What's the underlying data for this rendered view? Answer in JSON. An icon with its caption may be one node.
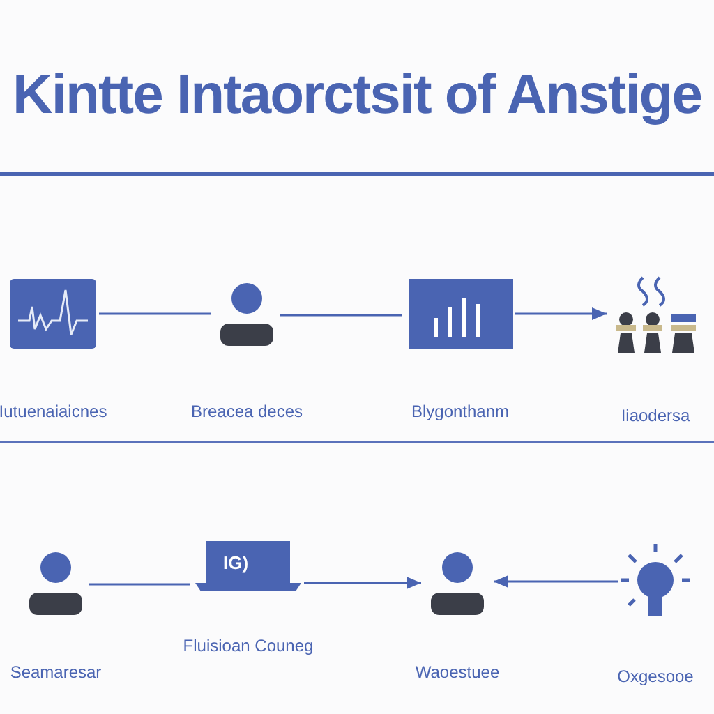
{
  "diagram": {
    "title": "Kintte Intaorctsit of Anstige",
    "nodes": [
      {
        "text": [
          "Iutuenaiaicnes"
        ]
      },
      {
        "text": [
          "Breacea deces"
        ]
      },
      {
        "text": [
          "Blygonthanm"
        ]
      },
      {
        "text": [
          "Iiaodersa"
        ]
      },
      {
        "text": [
          "Seamaresar"
        ]
      },
      {
        "text": [
          "IG)",
          "Fluisioan Couneg"
        ]
      },
      {
        "text": [
          "Waoestuee"
        ]
      },
      {
        "text": [
          "Oxgesooe"
        ]
      }
    ],
    "edges": [
      {
        "from": 0,
        "to": 1,
        "arrow": "none"
      },
      {
        "from": 1,
        "to": 2,
        "arrow": "none"
      },
      {
        "from": 2,
        "to": 3,
        "arrow": "to"
      },
      {
        "from": 4,
        "to": 5,
        "arrow": "none"
      },
      {
        "from": 5,
        "to": 6,
        "arrow": "to"
      },
      {
        "from": 7,
        "to": 6,
        "arrow": "to"
      }
    ]
  }
}
